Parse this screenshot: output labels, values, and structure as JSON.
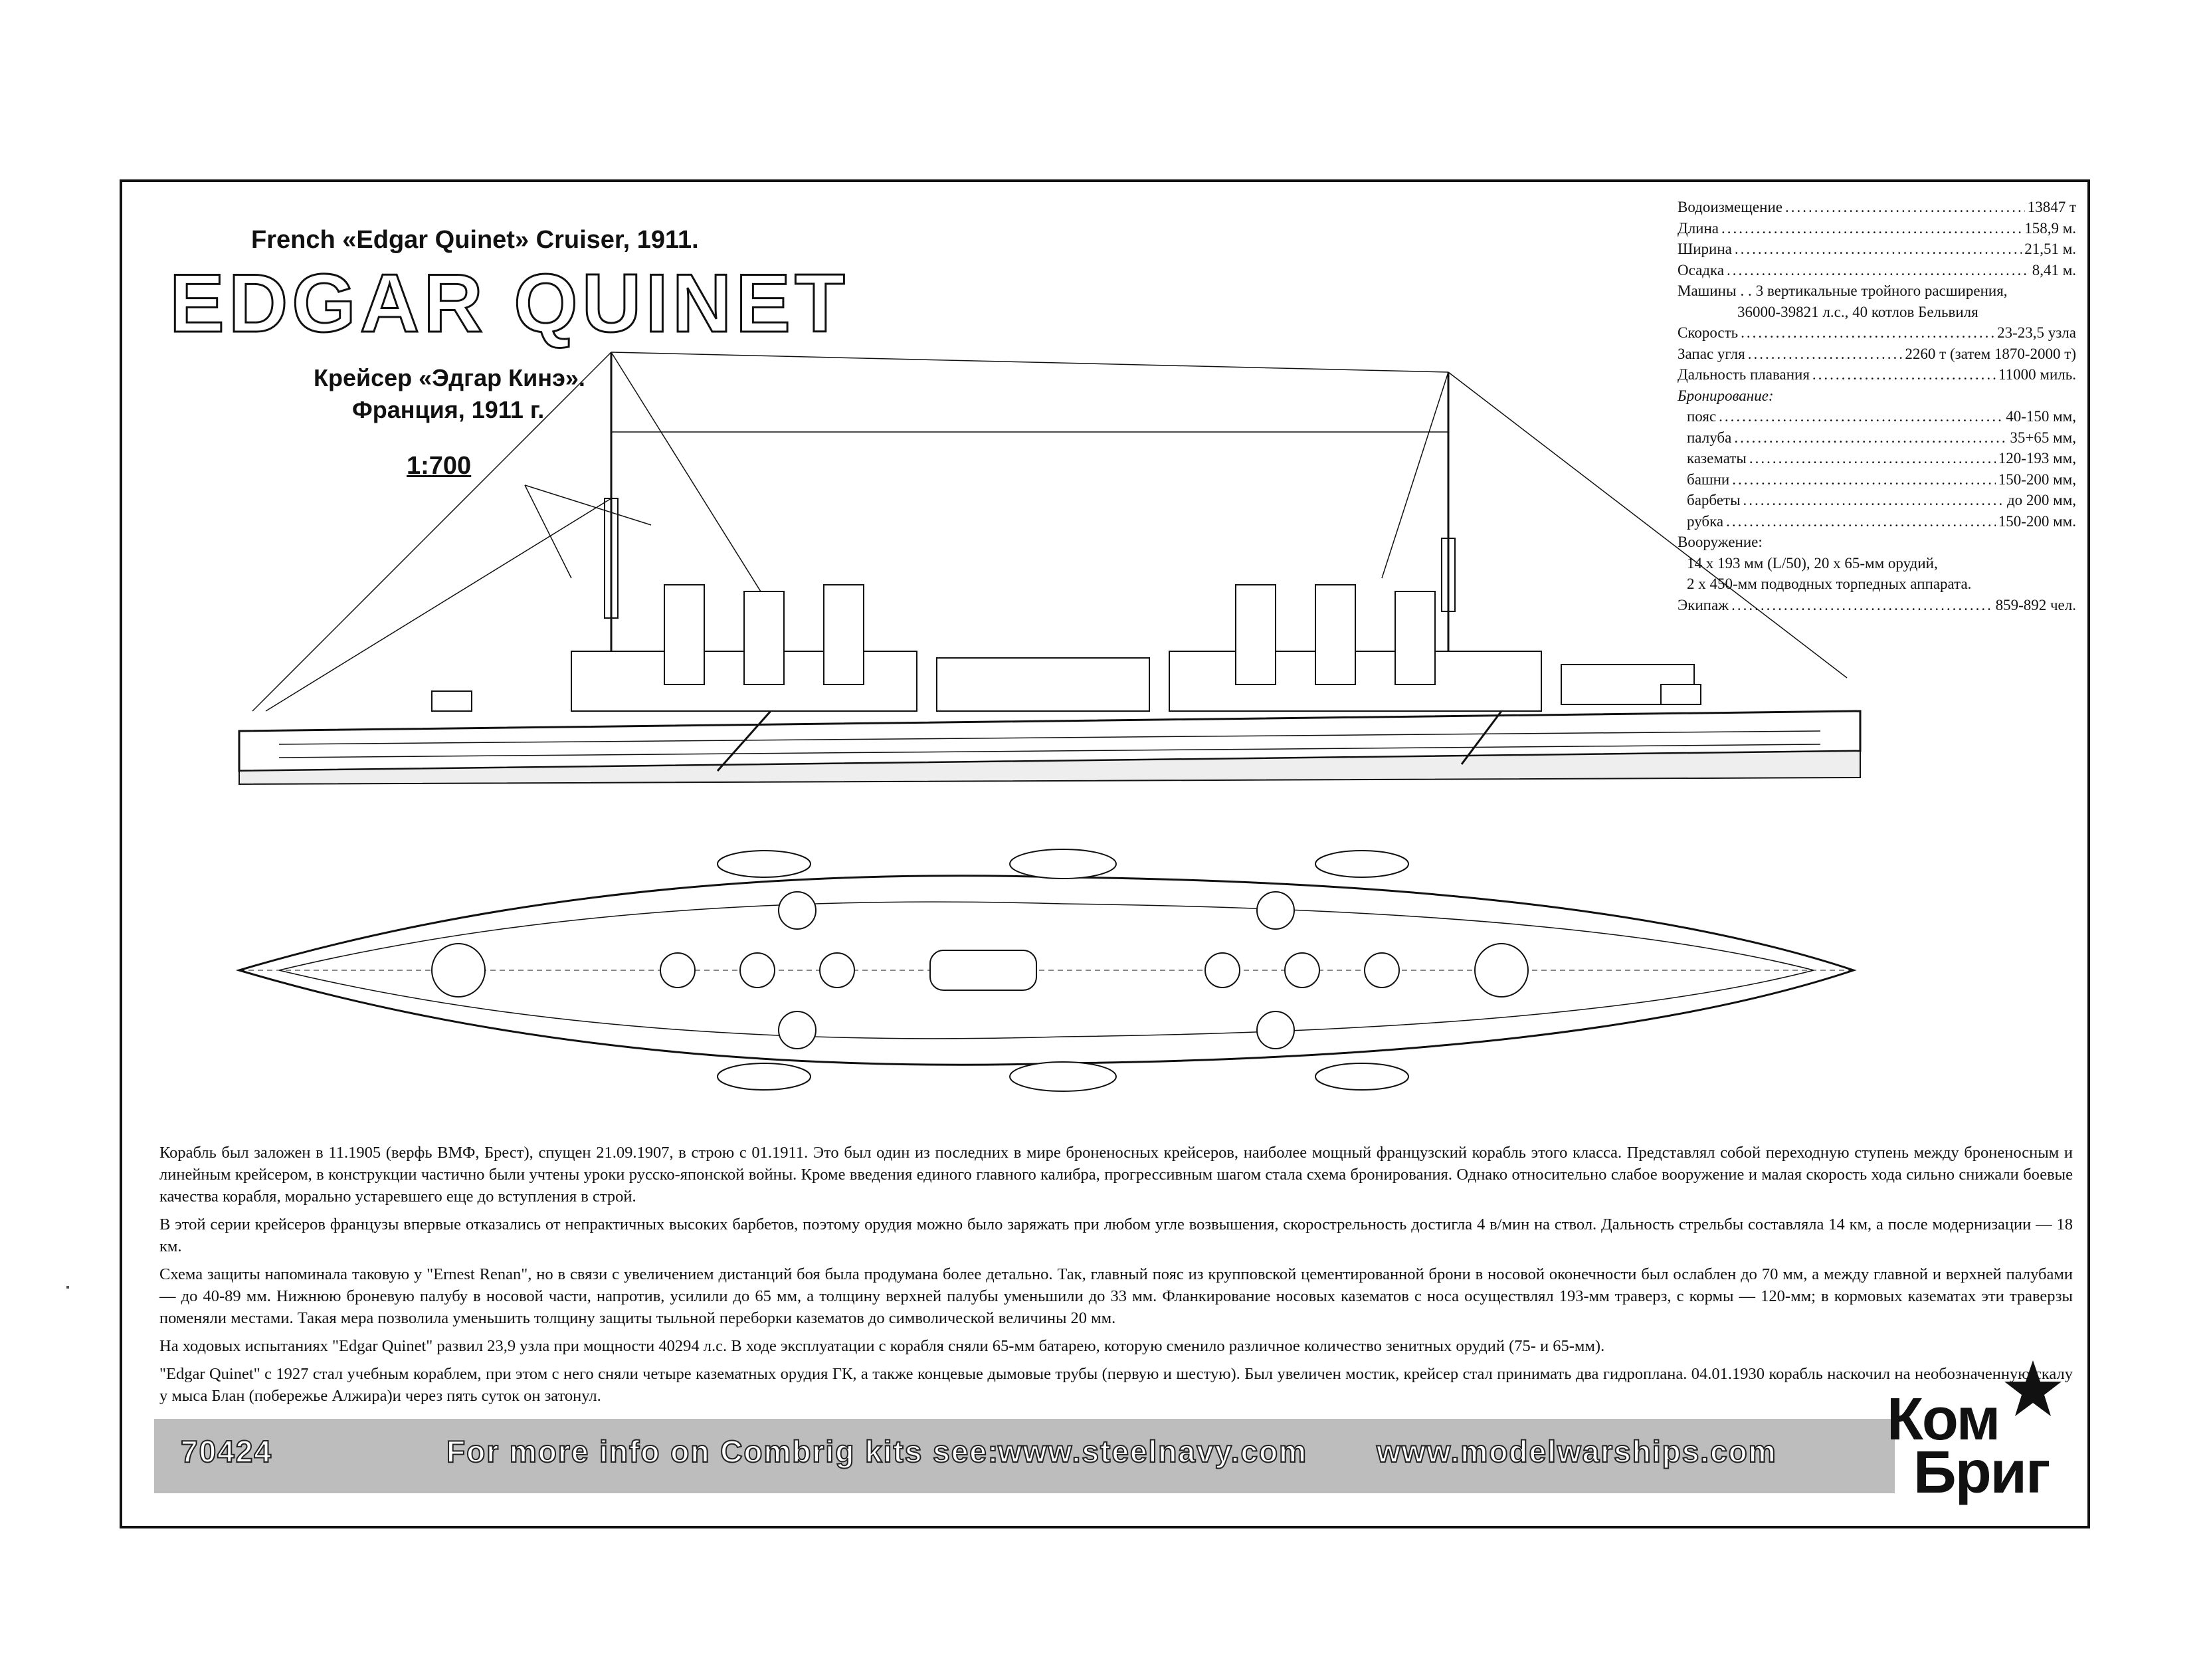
{
  "header": {
    "subtitle_en": "French «Edgar Quinet» Cruiser, 1911.",
    "title": "EDGAR QUINET",
    "subtitle_ru_line1": "Крейсер «Эдгар Кинэ».",
    "subtitle_ru_line2": "Франция, 1911 г.",
    "scale": "1:700"
  },
  "specs": {
    "displacement": {
      "label": "Водоизмещение",
      "value": "13847 т"
    },
    "length": {
      "label": "Длина",
      "value": "158,9 м."
    },
    "beam": {
      "label": "Ширина",
      "value": "21,51 м."
    },
    "draught": {
      "label": "Осадка",
      "value": "8,41 м."
    },
    "machinery": {
      "label": "Машины",
      "value": "3 вертикальные тройного расширения,",
      "cont": "36000-39821 л.с., 40 котлов Бельвиля"
    },
    "speed": {
      "label": "Скорость",
      "value": "23-23,5 узла"
    },
    "coal": {
      "label": "Запас угля",
      "value": "2260 т (затем 1870-2000 т)"
    },
    "range": {
      "label": "Дальность плавания",
      "value": "11000 миль."
    },
    "armor_head": "Бронирование:",
    "belt": {
      "label": "пояс",
      "value": "40-150 мм,"
    },
    "deck": {
      "label": "палуба",
      "value": "35+65 мм,"
    },
    "casemates": {
      "label": "казематы",
      "value": "120-193 мм,"
    },
    "turrets": {
      "label": "башни",
      "value": "150-200 мм,"
    },
    "barbettes": {
      "label": "барбеты",
      "value": "до 200 мм,"
    },
    "conning": {
      "label": "рубка",
      "value": "150-200 мм."
    },
    "armament_head": "Вооружение:",
    "armament_1": "14 х 193 мм (L/50), 20 х 65-мм орудий,",
    "armament_2": "2 х 450-мм подводных торпедных аппарата.",
    "crew": {
      "label": "Экипаж",
      "value": "859-892 чел."
    }
  },
  "body": {
    "p1": "Корабль был заложен в 11.1905 (верфь ВМФ, Брест), спущен 21.09.1907, в строю с 01.1911. Это был один из последних в мире броненосных крейсеров, наиболее мощный французский корабль этого класса. Представлял собой переходную ступень между броненосным и линейным крейсером, в конструкции частично были учтены уроки русско-японской войны. Кроме введения единого главного калибра, прогрессивным шагом стала схема бронирования. Однако относительно слабое вооружение и малая скорость хода сильно снижали боевые качества корабля, морально устаревшего еще до вступления в строй.",
    "p2": "В этой серии крейсеров французы впервые отказались от непрактичных высоких барбетов, поэтому орудия можно было заряжать при любом угле возвышения, скорострельность достигла 4 в/мин на ствол. Дальность стрельбы составляла 14 км, а после модернизации — 18 км.",
    "p3": "Схема защиты напоминала таковую у \"Ernest Renan\", но в связи с увеличением дистанций боя была продумана более детально. Так, главный пояс из крупповской цементированной брони в носовой оконечности был ослаблен до 70 мм, а между главной и верхней палубами — до 40-89 мм. Нижнюю броневую палубу в носовой части, напротив, усилили до 65 мм, а толщину верхней палубы уменьшили до 33 мм. Фланкирование носовых казематов с носа осуществлял 193-мм траверз, с кормы — 120-мм; в кормовых казематах эти траверзы поменяли местами. Такая мера позволила уменьшить толщину защиты тыльной переборки казематов до символической величины 20 мм.",
    "p4": "На ходовых испытаниях \"Edgar Quinet\" развил 23,9 узла при мощности 40294 л.с. В ходе эксплуатации с корабля сняли 65-мм батарею, которую сменило различное количество зенитных орудий (75- и 65-мм).",
    "p5": "\"Edgar Quinet\" с 1927 стал учебным кораблем, при этом с него сняли четыре казематных орудия ГК, а также концевые дымовые трубы (первую и шестую). Был увеличен мостик, крейсер стал принимать два гидроплана. 04.01.1930 корабль наскочил на необозначенную скалу у мыса Блан (побережье Алжира)и через пять суток он затонул."
  },
  "banner": {
    "kit_number": "70424",
    "more_info": "For more info on Combrig kits see:",
    "site1": "www.steelnavy.com",
    "site2": "www.modelwarships.com"
  },
  "logo": {
    "line1": "Ком",
    "line2": "Бриг"
  }
}
